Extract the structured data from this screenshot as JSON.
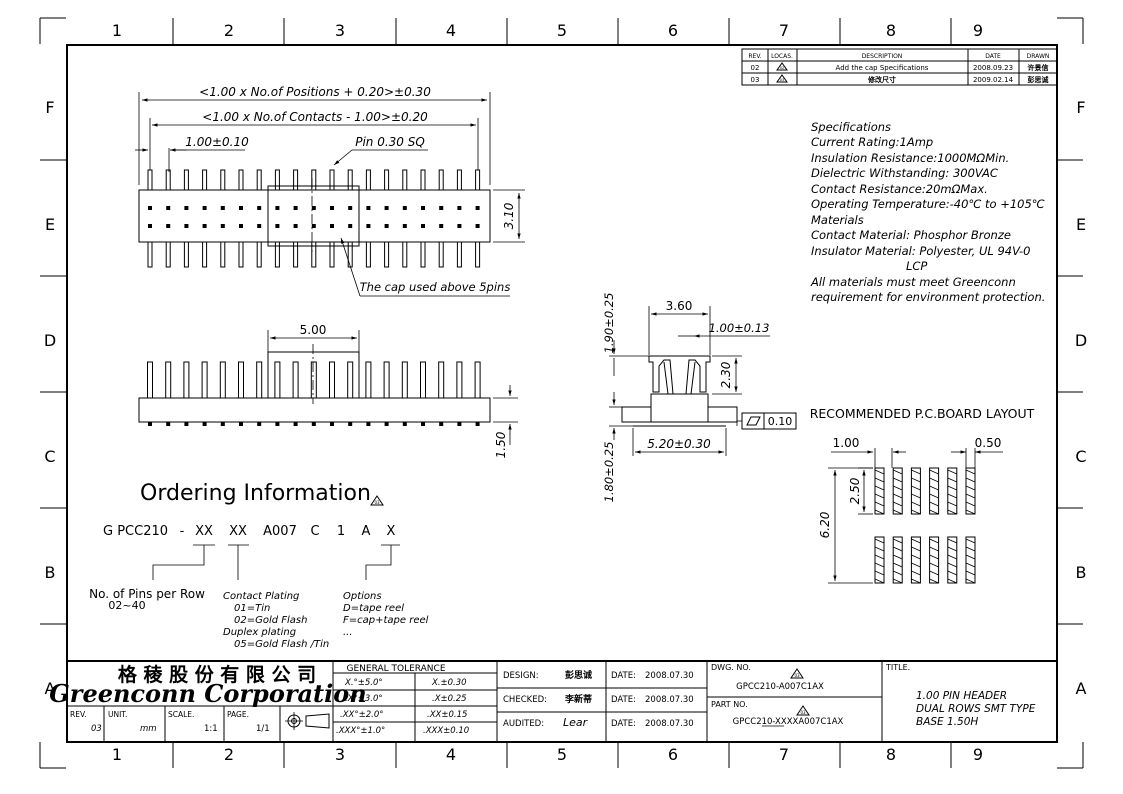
{
  "frame": {
    "columns": [
      "1",
      "2",
      "3",
      "4",
      "5",
      "6",
      "7",
      "8",
      "9"
    ],
    "rows": [
      "F",
      "E",
      "D",
      "C",
      "B",
      "A"
    ]
  },
  "revision_table": {
    "headers": [
      "REV.",
      "LOCAS.",
      "DESCRIPTION",
      "DATE",
      "DRAWN"
    ],
    "rows": [
      {
        "rev": "02",
        "desc": "Add the cap Specifications",
        "date": "2008.09.23",
        "drawn": "许景信"
      },
      {
        "rev": "03",
        "desc": "修改尺寸",
        "date": "2009.02.14",
        "drawn": "彭思诚"
      }
    ],
    "delta_labels": [
      "02",
      "03"
    ]
  },
  "specifications": {
    "lines": [
      "Specifications",
      "Current Rating:1Amp",
      "Insulation Resistance:1000MΩMin.",
      "Dielectric Withstanding:   300VAC",
      "Contact Resistance:20mΩMax.",
      "Operating Temperature:-40℃ to +105℃",
      "Materials",
      "Contact Material: Phosphor Bronze",
      "Insulator Material: Polyester, UL 94V-0",
      "LCP",
      "All materials must meet Greenconn",
      "requirement for environment protection."
    ]
  },
  "top_view": {
    "dim_positions": "<1.00 x No.of Positions + 0.20>±0.30",
    "dim_contacts": "<1.00 x No.of Contacts - 1.00>±0.20",
    "pitch": "1.00±0.10",
    "pin_note": "Pin 0.30 SQ",
    "height": "3.10",
    "cap_note": "The cap used above 5pins"
  },
  "front_view": {
    "cap_width": "5.00",
    "height": "1.50"
  },
  "side_view": {
    "top": "3.60",
    "thickness": "1.00±0.13",
    "above": "1.90±0.25",
    "cap_height": "2.30",
    "below": "1.80±0.25",
    "width": "5.20±0.30",
    "flatness": "0.10"
  },
  "pcb_layout": {
    "title": "RECOMMENDED P.C.BOARD LAYOUT",
    "pitch": "1.00",
    "pad_width": "0.50",
    "pad_length": "2.50",
    "span": "6.20"
  },
  "ordering": {
    "title": "Ordering Information",
    "delta_label": "03",
    "code": [
      "G PCC210",
      "-",
      "XX",
      "XX",
      "A007",
      "C",
      "1",
      "A",
      "X"
    ],
    "pins_title": "No. of Pins per Row",
    "pins_range": "02~40",
    "contact_plating": [
      "Contact Plating",
      "01=Tin",
      "02=Gold Flash",
      "Duplex plating",
      "05=Gold Flash /Tin"
    ],
    "options": [
      "Options",
      "D=tape reel",
      "F=cap+tape reel",
      "..."
    ]
  },
  "title_block": {
    "company_cn": "格 稜 股 份 有 限 公 司",
    "company_en": "Greenconn Corporation",
    "rev_label": "REV.",
    "rev": "03",
    "unit_label": "UNIT.",
    "unit": "mm",
    "scale_label": "SCALE.",
    "scale": "1:1",
    "page_label": "PAGE.",
    "page": "1/1",
    "tolerance_title": "GENERAL TOLERANCE",
    "tolerances": [
      [
        "X.°±5.0°",
        "X.±0.30"
      ],
      [
        ".X°±3.0°",
        ".X±0.25"
      ],
      [
        ".XX°±2.0°",
        ".XX±0.15"
      ],
      [
        ".XXX°±1.0°",
        ".XXX±0.10"
      ]
    ],
    "design_label": "DESIGN:",
    "design": "彭思诚",
    "checked_label": "CHECKED:",
    "checked": "李新蒂",
    "audited_label": "AUDITED:",
    "audited": "Lear",
    "date_label": "DATE:",
    "date": "2008.07.30",
    "dwg_label": "DWG. NO.",
    "dwg": "GPCC210-A007C1AX",
    "part_label": "PART NO.",
    "part": "GPCC210-XXXXA007C1AX",
    "delta_label": "03",
    "title_label": "TITLE.",
    "title": [
      "1.00 PIN HEADER",
      "DUAL ROWS SMT TYPE",
      "BASE 1.50H"
    ]
  }
}
